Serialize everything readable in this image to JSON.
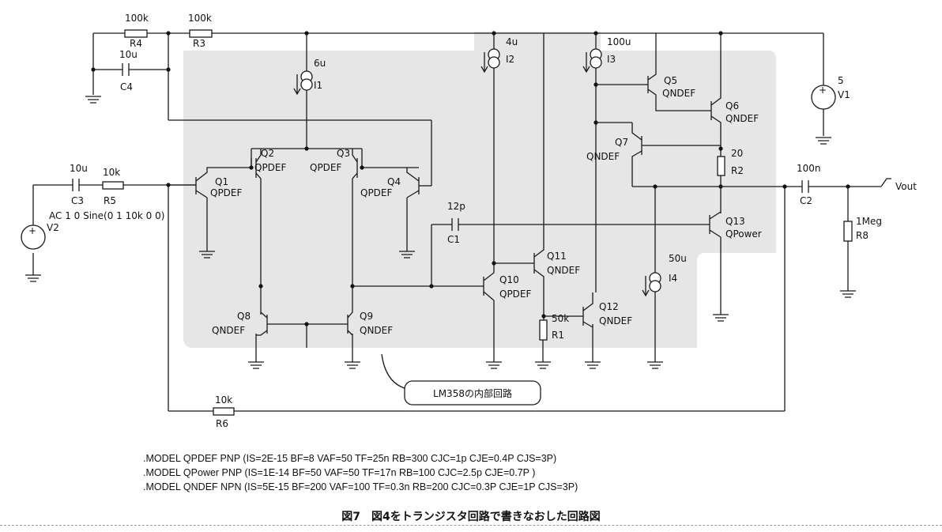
{
  "figure": {
    "callout": "LM358の内部回路",
    "caption": "図7　図4をトランジスタ回路で書きなおした回路図",
    "models": [
      ".MODEL QPDEF  PNP (IS=2E-15 BF=8    VAF=50  TF=25n  RB=300  CJC=1p   CJE=0.4P  CJS=3P)",
      ".MODEL QPower PNP (IS=1E-14 BF=50   VAF=50  TF=17n  RB=100  CJC=2.5p   CJE=0.7P )",
      ".MODEL QNDEF  NPN  (IS=5E-15 BF=200 VAF=100 TF=0.3n RB=200  CJC=0.3P CJE=1P    CJS=3P)"
    ]
  },
  "components": {
    "R4": {
      "name": "R4",
      "value": "100k"
    },
    "R3": {
      "name": "R3",
      "value": "100k"
    },
    "C4": {
      "name": "C4",
      "value": "10u"
    },
    "I1": {
      "name": "I1",
      "value": "6u"
    },
    "I2": {
      "name": "I2",
      "value": "4u"
    },
    "I3": {
      "name": "I3",
      "value": "100u"
    },
    "I4": {
      "name": "I4",
      "value": "50u"
    },
    "V1": {
      "name": "V1",
      "value": "5"
    },
    "V2": {
      "name": "V2",
      "value": "AC 1 0 Sine(0 1 10k 0 0)"
    },
    "C3": {
      "name": "C3",
      "value": "10u"
    },
    "R5": {
      "name": "R5",
      "value": "10k"
    },
    "C1": {
      "name": "C1",
      "value": "12p"
    },
    "R1": {
      "name": "R1",
      "value": "50k"
    },
    "R2": {
      "name": "R2",
      "value": "20"
    },
    "C2": {
      "name": "C2",
      "value": "100n"
    },
    "R8": {
      "name": "R8",
      "value": "1Meg"
    },
    "R6": {
      "name": "R6",
      "value": "10k"
    },
    "Q1": {
      "name": "Q1",
      "model": "QPDEF"
    },
    "Q2": {
      "name": "Q2",
      "model": "QPDEF"
    },
    "Q3": {
      "name": "Q3",
      "model": "QPDEF"
    },
    "Q4": {
      "name": "Q4",
      "model": "QPDEF"
    },
    "Q5": {
      "name": "Q5",
      "model": "QNDEF"
    },
    "Q6": {
      "name": "Q6",
      "model": "QNDEF"
    },
    "Q7": {
      "name": "Q7",
      "model": "QNDEF"
    },
    "Q8": {
      "name": "Q8",
      "model": "QNDEF"
    },
    "Q9": {
      "name": "Q9",
      "model": "QNDEF"
    },
    "Q10": {
      "name": "Q10",
      "model": "QPDEF"
    },
    "Q11": {
      "name": "Q11",
      "model": "QNDEF"
    },
    "Q12": {
      "name": "Q12",
      "model": "QNDEF"
    },
    "Q13": {
      "name": "Q13",
      "model": "QPower"
    }
  },
  "net_labels": {
    "vout": "Vout"
  }
}
